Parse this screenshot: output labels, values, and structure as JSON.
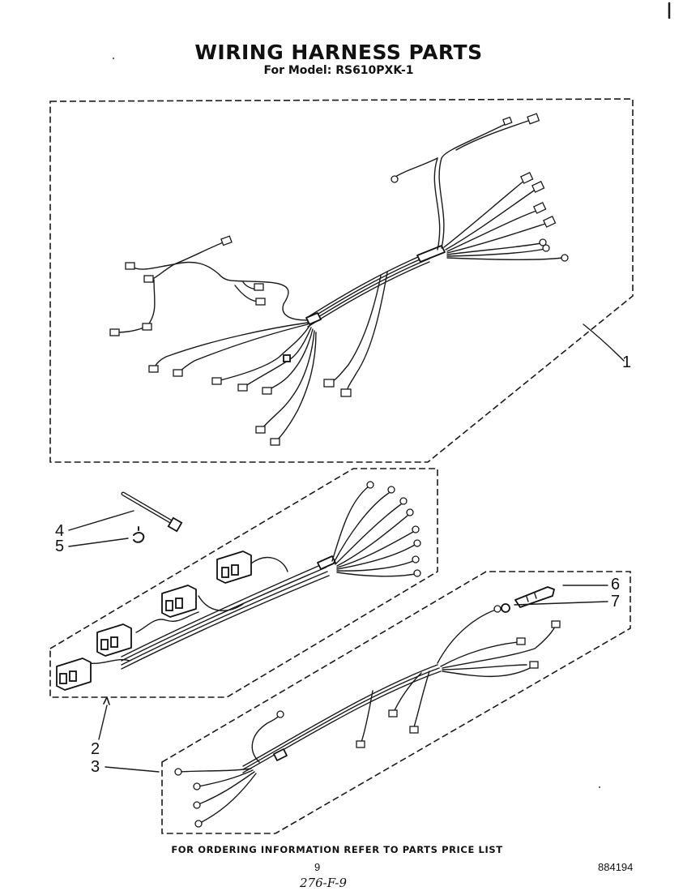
{
  "title": "WIRING HARNESS PARTS",
  "subtitle": "For Model: RS610PXK-1",
  "callouts": {
    "c1": "1",
    "c2": "2",
    "c3": "3",
    "c4": "4",
    "c5": "5",
    "c6": "6",
    "c7": "7"
  },
  "footer": "FOR ORDERING INFORMATION REFER TO PARTS PRICE LIST",
  "page_number": "9",
  "document_number": "884194",
  "handwritten_note": "276-F-9"
}
